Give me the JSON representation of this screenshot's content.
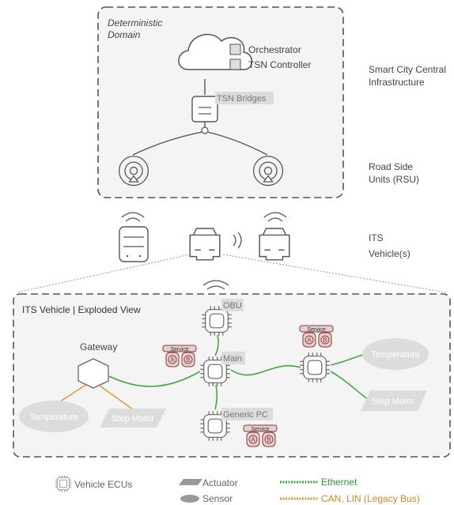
{
  "domain_box": {
    "title_line1": "Deterministic",
    "title_line2": "Domain",
    "orchestrator": "Orchestrator",
    "tsn_controller": "TSN Controller",
    "tsn_bridges": "TSN Bridges"
  },
  "tiers": {
    "central_line1": "Smart City Central",
    "central_line2": "Infrastructure",
    "rsu_line1": "Road Side",
    "rsu_line2": "Units (RSU)",
    "its_line1": "ITS",
    "its_line2": "Vehicle(s)"
  },
  "exploded": {
    "title": "ITS Vehicle | Exploded View",
    "gateway": "Gateway",
    "obu": "OBU",
    "main": "Main",
    "generic_pc": "Generic PC",
    "service": "Service",
    "slot_a": "A",
    "slot_b": "B",
    "temperature": "Temperature",
    "step_motor": "Step Motor"
  },
  "legend": {
    "ecus": "Vehicle ECUs",
    "actuator": "Actuator",
    "sensor": "Sensor",
    "ethernet": "Ethernet",
    "can_lin": "CAN, LIN (Legacy Bus)"
  },
  "colors": {
    "ethernet": "#3cab3c",
    "can_lin": "#e0962a",
    "ethernet_text": "#2a9d2a",
    "can_text": "#d7871d",
    "service_fill": "#e6cfcf",
    "service_stroke": "#8a3a3a",
    "node_fill": "#dcdcdc",
    "line_gray": "#777777"
  }
}
